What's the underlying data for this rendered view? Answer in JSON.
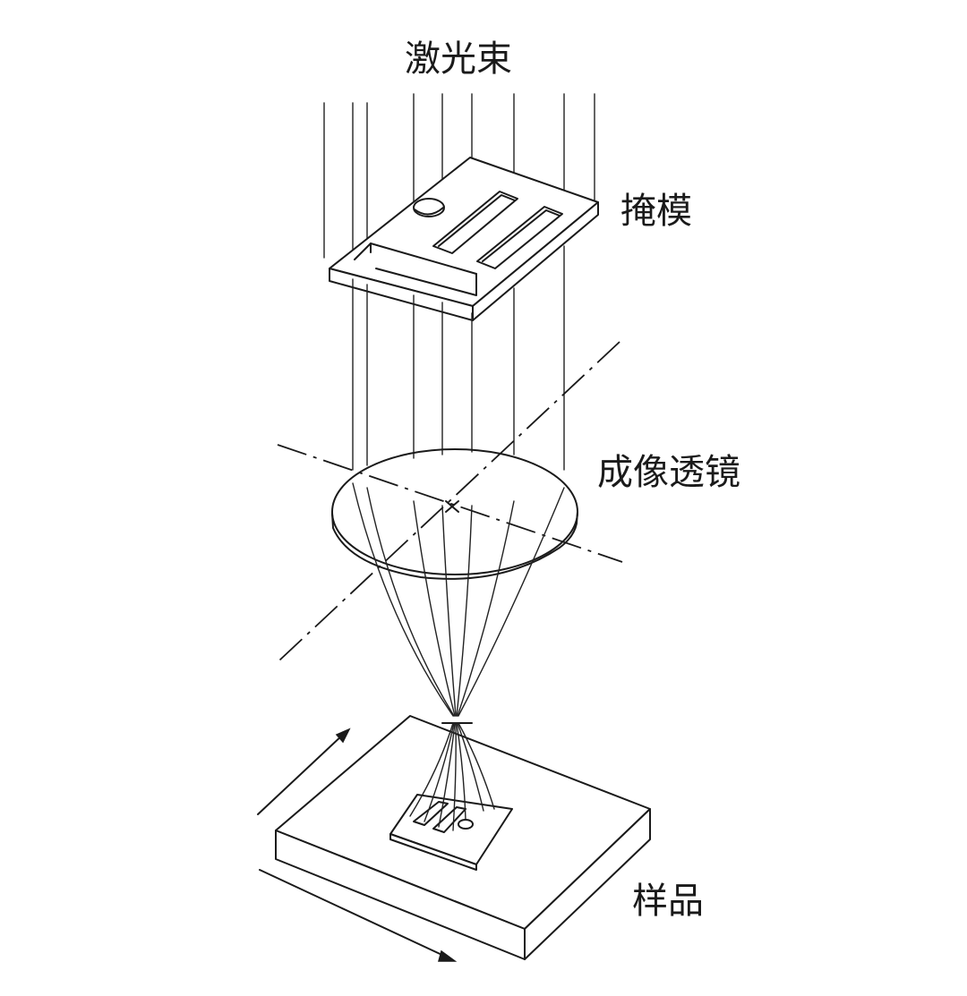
{
  "labels": {
    "laser_beam": "激光束",
    "mask": "掩模",
    "imaging_lens": "成像透镜",
    "sample": "样品"
  },
  "colors": {
    "ink": "#1a1a1a",
    "background": "#ffffff"
  }
}
